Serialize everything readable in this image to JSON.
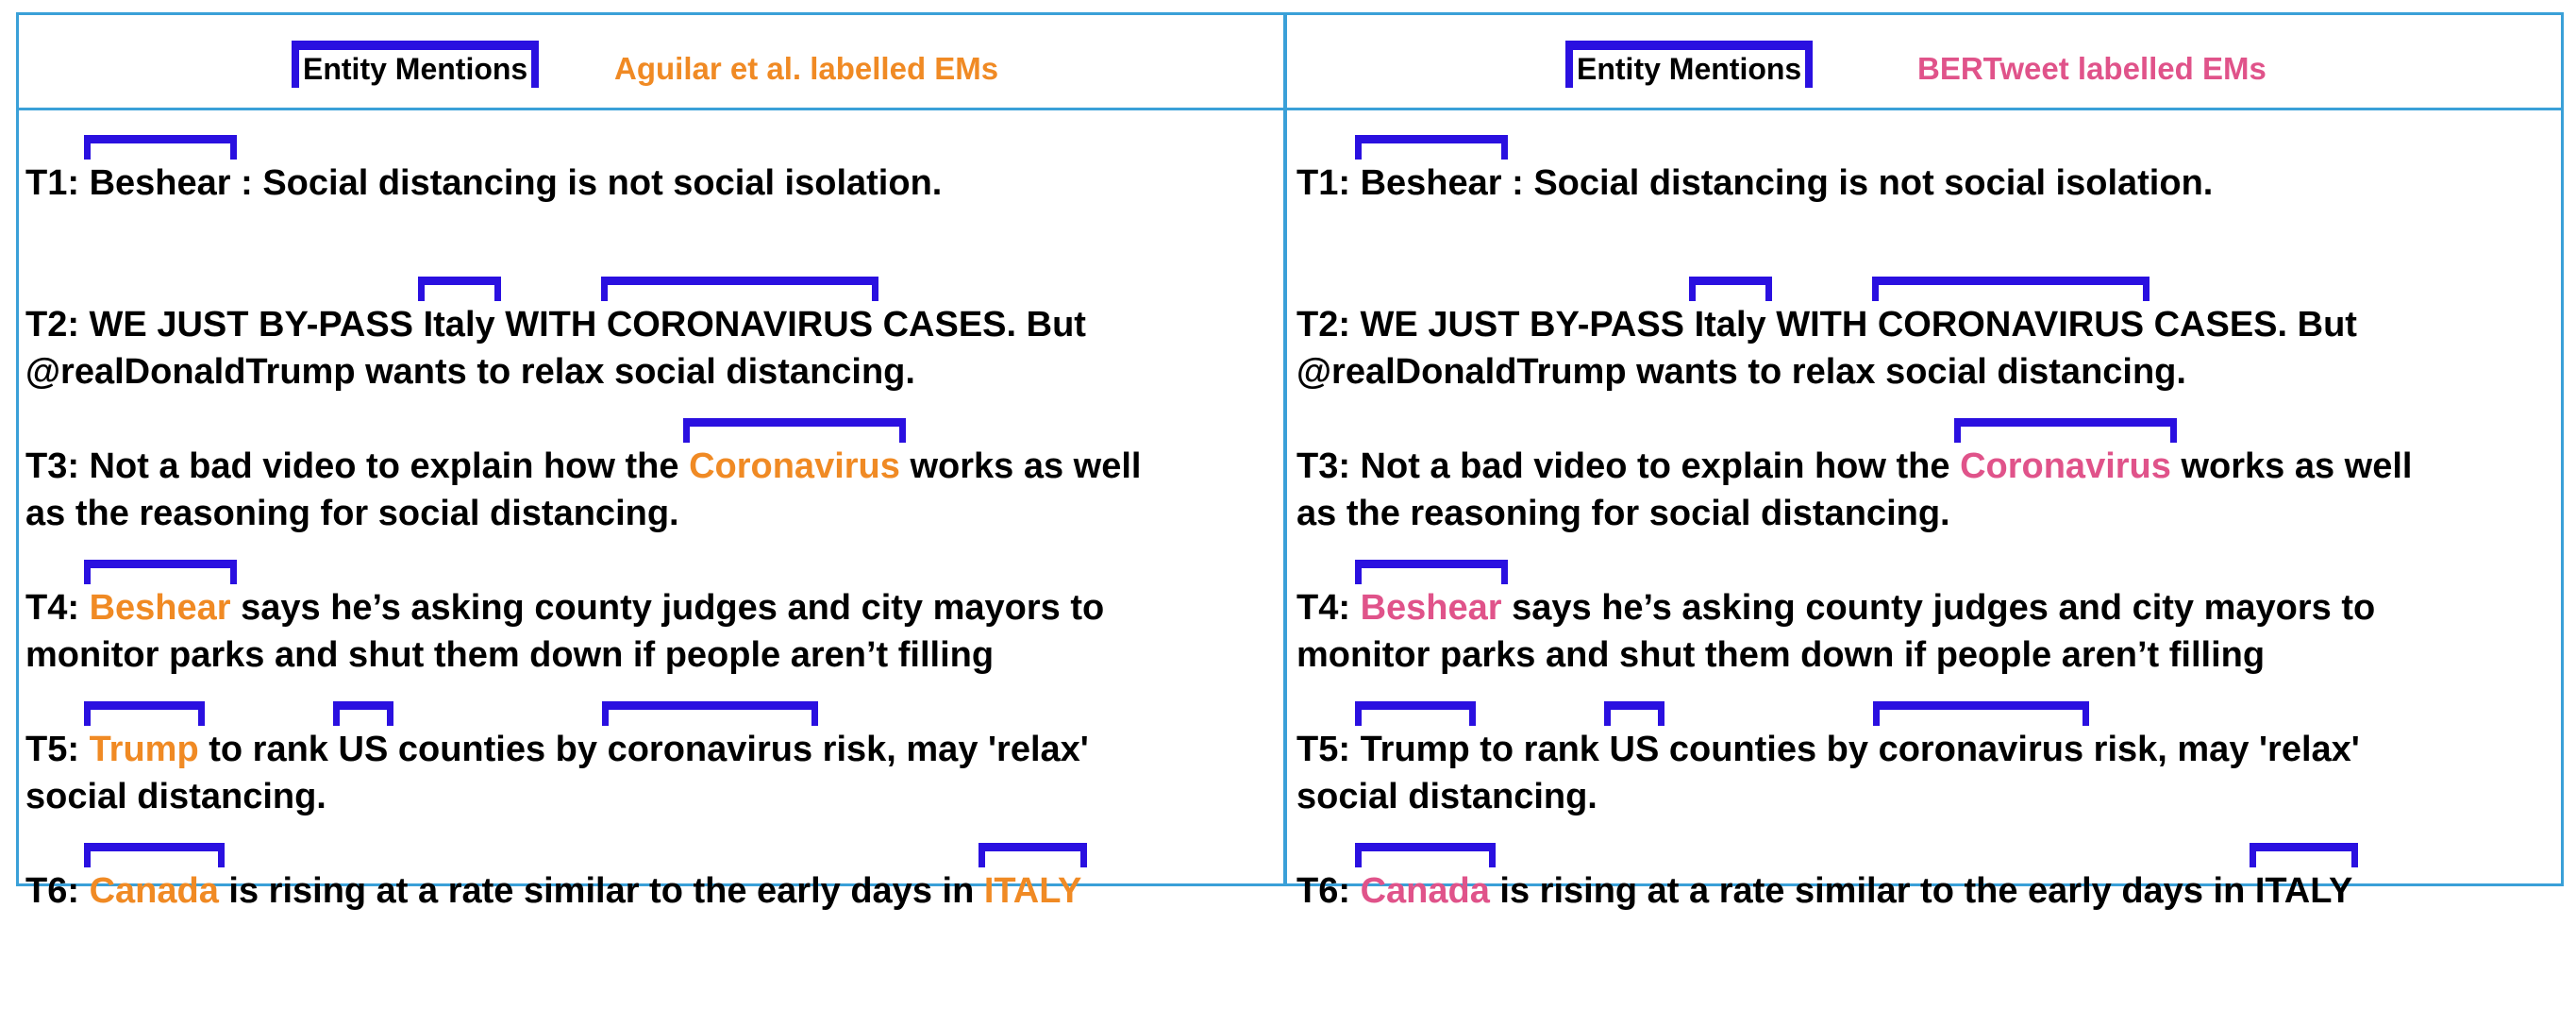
{
  "colors": {
    "bracket": "#2a10e0",
    "border": "#3aa0d8",
    "aguilar": "#f08a24",
    "bertweet": "#e0538a"
  },
  "left": {
    "legend_em": "Entity Mentions",
    "legend_label": "Aguilar et al. labelled EMs",
    "tweets": [
      {
        "pre": "T1: ",
        "e1": "Beshear",
        "post": " : Social distancing is not social isolation."
      },
      {
        "pre": "T2: WE JUST BY-PASS ",
        "e1": "Italy",
        "mid": " WITH ",
        "e2": "CORONAVIRUS",
        "post": " CASES. But",
        "line2": "@realDonaldTrump wants to relax social distancing."
      },
      {
        "pre": "T3: Not a bad video to explain how the ",
        "e1": "Coronavirus",
        "post": " works as well",
        "line2": "as the reasoning for social distancing."
      },
      {
        "pre": "T4: ",
        "e1": "Beshear",
        "post": " says he’s asking county judges and city mayors to",
        "line2": "monitor parks  and shut them down if people aren’t filling"
      },
      {
        "pre": "T5: ",
        "e1": "Trump",
        "mid1": " to rank ",
        "e2": "US",
        "mid2": " counties by ",
        "e3": "coronavirus",
        "post": " risk, may 'relax'",
        "line2": "social distancing."
      },
      {
        "pre": "T6: ",
        "e1": "Canada",
        "post": " is rising at a rate similar to the early days in ",
        "e2": "ITALY"
      }
    ]
  },
  "right": {
    "legend_em": "Entity Mentions",
    "legend_label": "BERTweet labelled EMs",
    "tweets": [
      {
        "pre": "T1: ",
        "e1": "Beshear",
        "post": " : Social distancing is not social isolation."
      },
      {
        "pre": "T2: WE JUST BY-PASS ",
        "e1": "Italy",
        "mid": " WITH ",
        "e2": "CORONAVIRUS",
        "post": " CASES. But",
        "line2": "@realDonaldTrump wants to relax social distancing."
      },
      {
        "pre": "T3: Not a bad video to explain how the ",
        "e1": "Coronavirus",
        "post": " works as well",
        "line2": "as the reasoning for social distancing."
      },
      {
        "pre": "T4: ",
        "e1": "Beshear",
        "post": " says he’s asking county judges and city mayors to",
        "line2": "monitor parks  and shut them down if people aren’t filling"
      },
      {
        "pre": "T5: ",
        "e1": "Trump",
        "mid1": " to rank ",
        "e2": "US",
        "mid2": " counties by ",
        "e3": "coronavirus",
        "post": " risk, may 'relax'",
        "line2": "social distancing."
      },
      {
        "pre": "T6: ",
        "e1": "Canada",
        "post": " is rising at a rate similar to the early days in ",
        "e2": "ITALY"
      }
    ]
  }
}
